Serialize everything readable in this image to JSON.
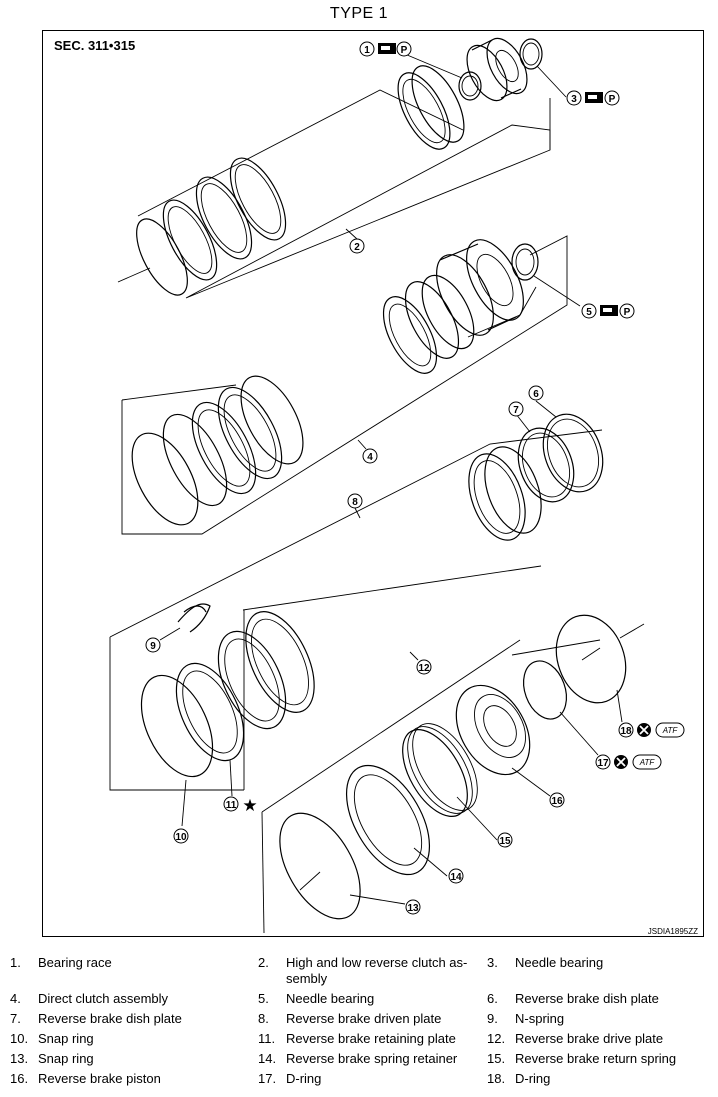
{
  "title": "TYPE 1",
  "section": "SEC. 311•315",
  "figure_code": "JSDIA1895ZZ",
  "callouts": {
    "c1": "1",
    "c2": "2",
    "c3": "3",
    "c4": "4",
    "c5": "5",
    "c6": "6",
    "c7": "7",
    "c8": "8",
    "c9": "9",
    "c10": "10",
    "c11": "11",
    "c12": "12",
    "c13": "13",
    "c14": "14",
    "c15": "15",
    "c16": "16",
    "c17": "17",
    "c18": "18"
  },
  "symbols": {
    "petroleum_jelly": "P",
    "atf": "ATF",
    "star": "★"
  },
  "legend": [
    {
      "num": "1.",
      "label": "Bearing race"
    },
    {
      "num": "2.",
      "label": "High and low reverse clutch as-",
      "label2": "sembly"
    },
    {
      "num": "3.",
      "label": "Needle bearing"
    },
    {
      "num": "4.",
      "label": "Direct clutch assembly"
    },
    {
      "num": "5.",
      "label": "Needle bearing"
    },
    {
      "num": "6.",
      "label": "Reverse brake dish plate"
    },
    {
      "num": "7.",
      "label": "Reverse brake dish plate"
    },
    {
      "num": "8.",
      "label": "Reverse brake driven plate"
    },
    {
      "num": "9.",
      "label": "N-spring"
    },
    {
      "num": "10.",
      "label": "Snap ring"
    },
    {
      "num": "11.",
      "label": "Reverse brake retaining plate"
    },
    {
      "num": "12.",
      "label": "Reverse brake drive plate"
    },
    {
      "num": "13.",
      "label": "Snap ring"
    },
    {
      "num": "14.",
      "label": "Reverse brake spring retainer"
    },
    {
      "num": "15.",
      "label": "Reverse brake return spring"
    },
    {
      "num": "16.",
      "label": "Reverse brake piston"
    },
    {
      "num": "17.",
      "label": "D-ring"
    },
    {
      "num": "18.",
      "label": "D-ring"
    }
  ]
}
